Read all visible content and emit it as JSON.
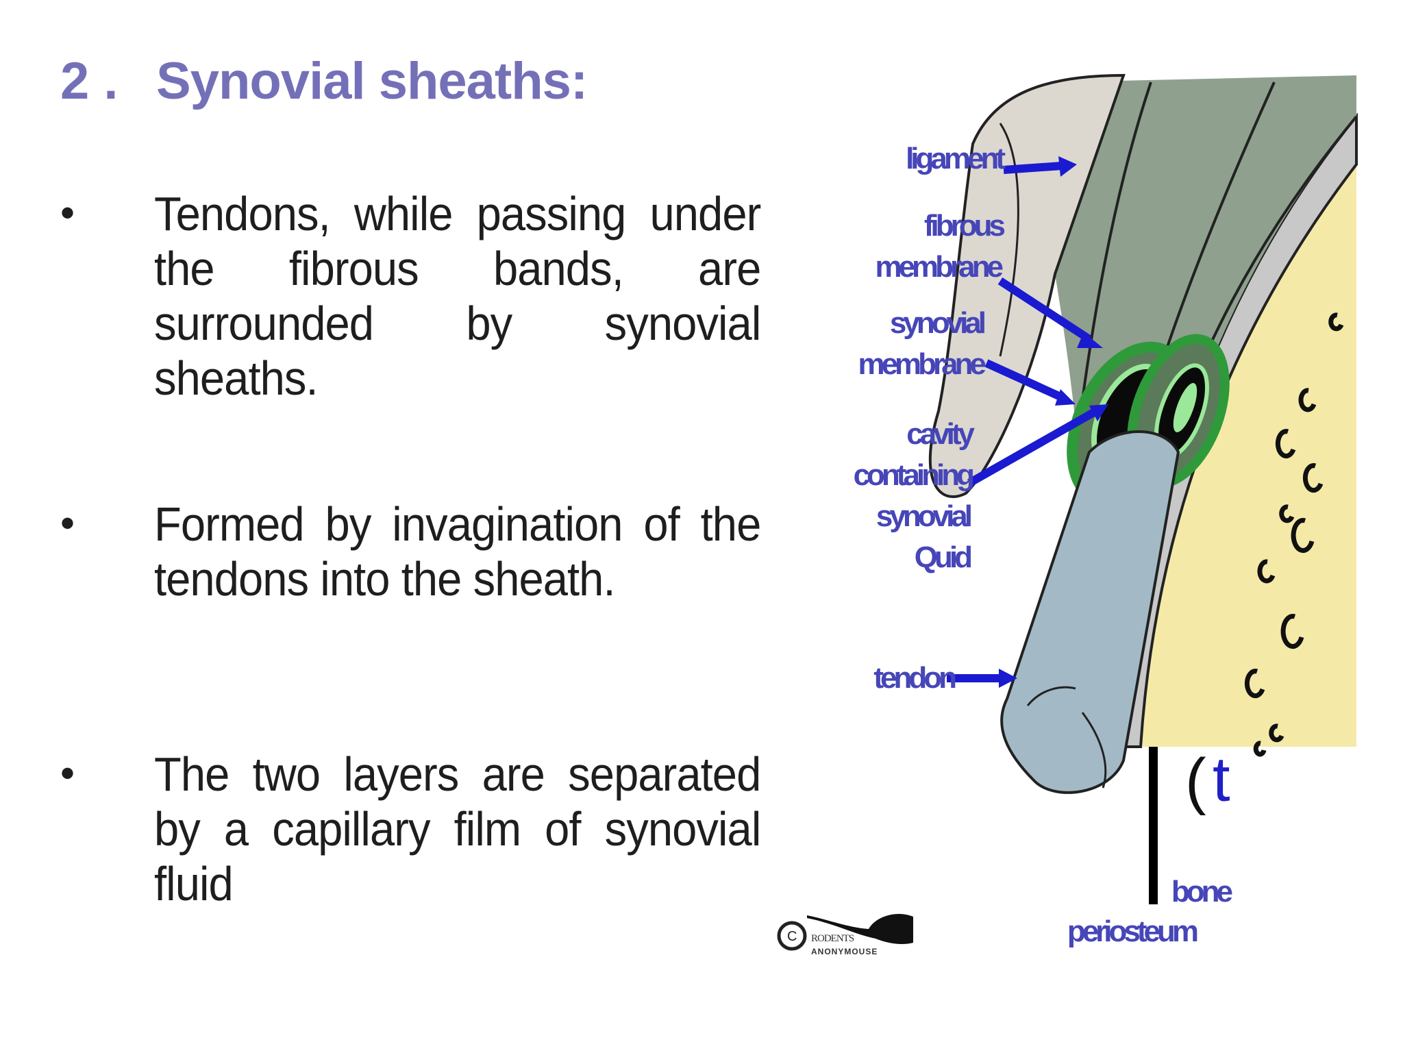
{
  "slide": {
    "title": {
      "number": "2 .",
      "text": "Synovial sheaths",
      "colon": ":",
      "color": "#7470b8",
      "underline_color": "#8a8a8e"
    },
    "bullets": [
      {
        "marker": "•",
        "text": "Tendons, while passing under the fibrous bands, are surrounded by synovial sheaths."
      },
      {
        "marker": "•",
        "text": "Formed  by invagination of the tendons into the sheath."
      },
      {
        "marker": "•",
        "text": "The two layers are separated by a capillary film of synovial fluid"
      }
    ],
    "text_color": "#1e1e1e"
  },
  "diagram": {
    "label_color": "#4646b8",
    "arrow_color": "#1a1ad0",
    "labels": {
      "ligament": "ligament",
      "fibrous_1": "fibrous",
      "fibrous_2": "membrane",
      "synovial_1": "synovial",
      "synovial_2": "membrane",
      "cavity_1": "cavity",
      "cavity_2": "containing",
      "cavity_3": "synovial",
      "cavity_4": "Quid",
      "tendon": "tendon",
      "bone": "bone",
      "periosteum": "periosteum",
      "paren": "(",
      "t": "t"
    },
    "colors": {
      "ligament": "#dcd8d0",
      "fibrous_band": "#8fa08f",
      "tendon": "#a3bac6",
      "synovial_green": "#2f9a3a",
      "synovial_light": "#9be89a",
      "bone": "#f5e9a8",
      "periosteum": "#c8c8c8"
    }
  },
  "logo": {
    "symbol": "©",
    "line1": "RODENTS",
    "line2": "ANONYMOUSE"
  }
}
